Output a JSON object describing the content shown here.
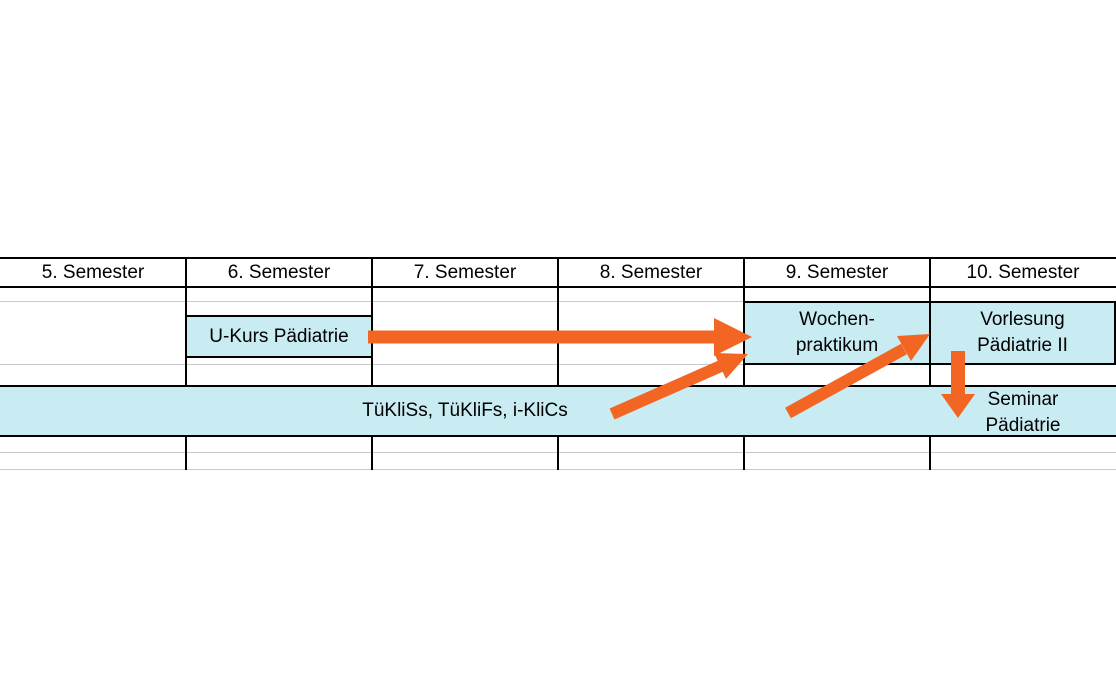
{
  "headers": [
    "5. Semester",
    "6. Semester",
    "7. Semester",
    "8. Semester",
    "9. Semester",
    "10. Semester"
  ],
  "cells": {
    "u_kurs": "U-Kurs Pädiatrie",
    "wochenpraktikum": [
      "Wochen-",
      "praktikum"
    ],
    "vorlesung": [
      "Vorlesung",
      "Pädiatrie II"
    ],
    "kurse_band": "TüKliSs, TüKliFs, i-KliCs",
    "seminar": [
      "Seminar",
      "Pädiatrie"
    ]
  },
  "colors": {
    "highlight_cyan": "#C9EBF2",
    "arrow_orange": "#F26522",
    "gridline_gray": "#C8C8C8",
    "border_black": "#000000"
  },
  "arrows": [
    {
      "name": "u-kurs-to-wochenpraktikum",
      "direction": "right"
    },
    {
      "name": "kurse-band-to-semester-9",
      "direction": "up-right"
    },
    {
      "name": "kurse-band-to-wochenpraktikum",
      "direction": "up-right"
    },
    {
      "name": "vorlesung-to-seminar",
      "direction": "down"
    }
  ]
}
